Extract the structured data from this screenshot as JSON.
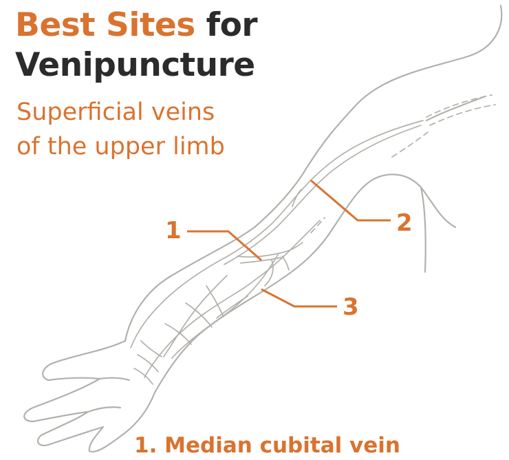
{
  "title": {
    "part1": "Best Sites",
    "part2": " for",
    "line2": "Venipuncture"
  },
  "subtitle": {
    "line1": "Superficial veins",
    "line2": "of the upper limb"
  },
  "callouts": [
    {
      "number": "1"
    },
    {
      "number": "2"
    },
    {
      "number": "3"
    }
  ],
  "legend": [
    {
      "text": "1. Median cubital vein"
    }
  ],
  "colors": {
    "accent": "#d9732f",
    "title": "#2b2b2b",
    "outline": "#b3b0ab"
  }
}
